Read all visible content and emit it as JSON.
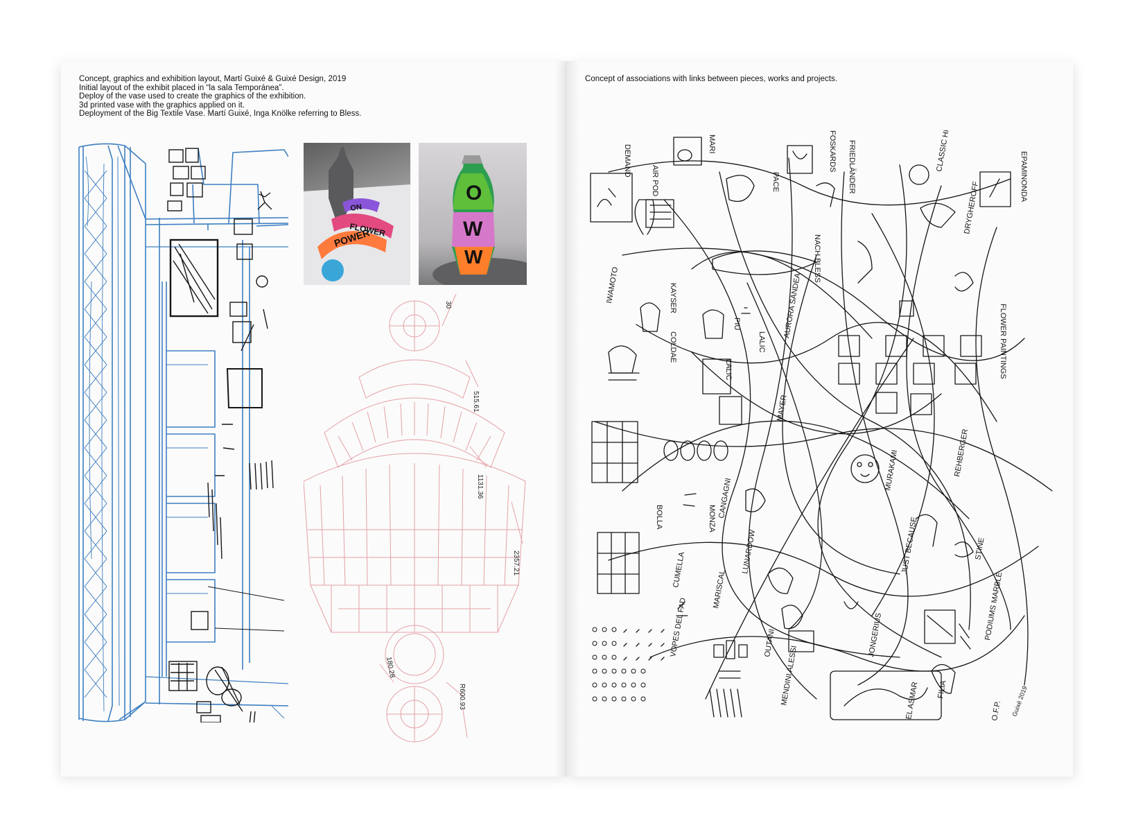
{
  "left_page": {
    "caption_lines": [
      "Concept, graphics and exhibition layout, Martí Guixé & Guixé Design, 2019",
      "Initial layout of the exhibit placed in “la sala Temporánea”.",
      "Deploy of the vase used to create the graphics of the exhibition.",
      "3d printed vase with the graphics applied on it.",
      "Deployment of the Big Textile Vase. Martí Guixé, Inga Knölke referring to Bless."
    ],
    "photo1_words": [
      "ON",
      "FLOWER",
      "POWER"
    ],
    "photo2_letters": [
      "O",
      "W",
      "W"
    ],
    "vase_dimensions": [
      "30",
      "515.61",
      "1131.36",
      "2357.21",
      "180.28",
      "R600.93"
    ]
  },
  "right_page": {
    "caption": "Concept of associations with links between pieces, works and projects.",
    "sketch_labels": [
      "DEMAND",
      "AIR POD",
      "MARI",
      "PACE",
      "FOSKARDS",
      "FRIEDLÄNDER",
      "EPAMINONDA",
      "CLASSIC HISTORICAL",
      "IWAMOTO",
      "NACH BLESS",
      "KAYSER",
      "PIU",
      "DRYGHEROFF",
      "COLDAE",
      "LALIC",
      "LALIC",
      "AURORA SANDEA",
      "MAYER",
      "FLOWER PAINTINGS",
      "BOLLA",
      "MONZA",
      "CANGAGNI",
      "LUNARDOW",
      "MURAKAMI",
      "REHBERGER",
      "CUMELLA",
      "MARISCAL",
      "OUTANI",
      "VOPES DEL FAD",
      "JUST BECAUSE",
      "STINE",
      "PODIUMS MARBLE",
      "JONGERIUS",
      "MENDINI ALESSI",
      "EL ASMAR",
      "FILIA",
      "O.F.P.",
      "Guixé 2019"
    ]
  },
  "colors": {
    "blue_sketch": "#3d7fc1",
    "pink_drawing": "#e5a0a6",
    "ink": "#161616"
  }
}
